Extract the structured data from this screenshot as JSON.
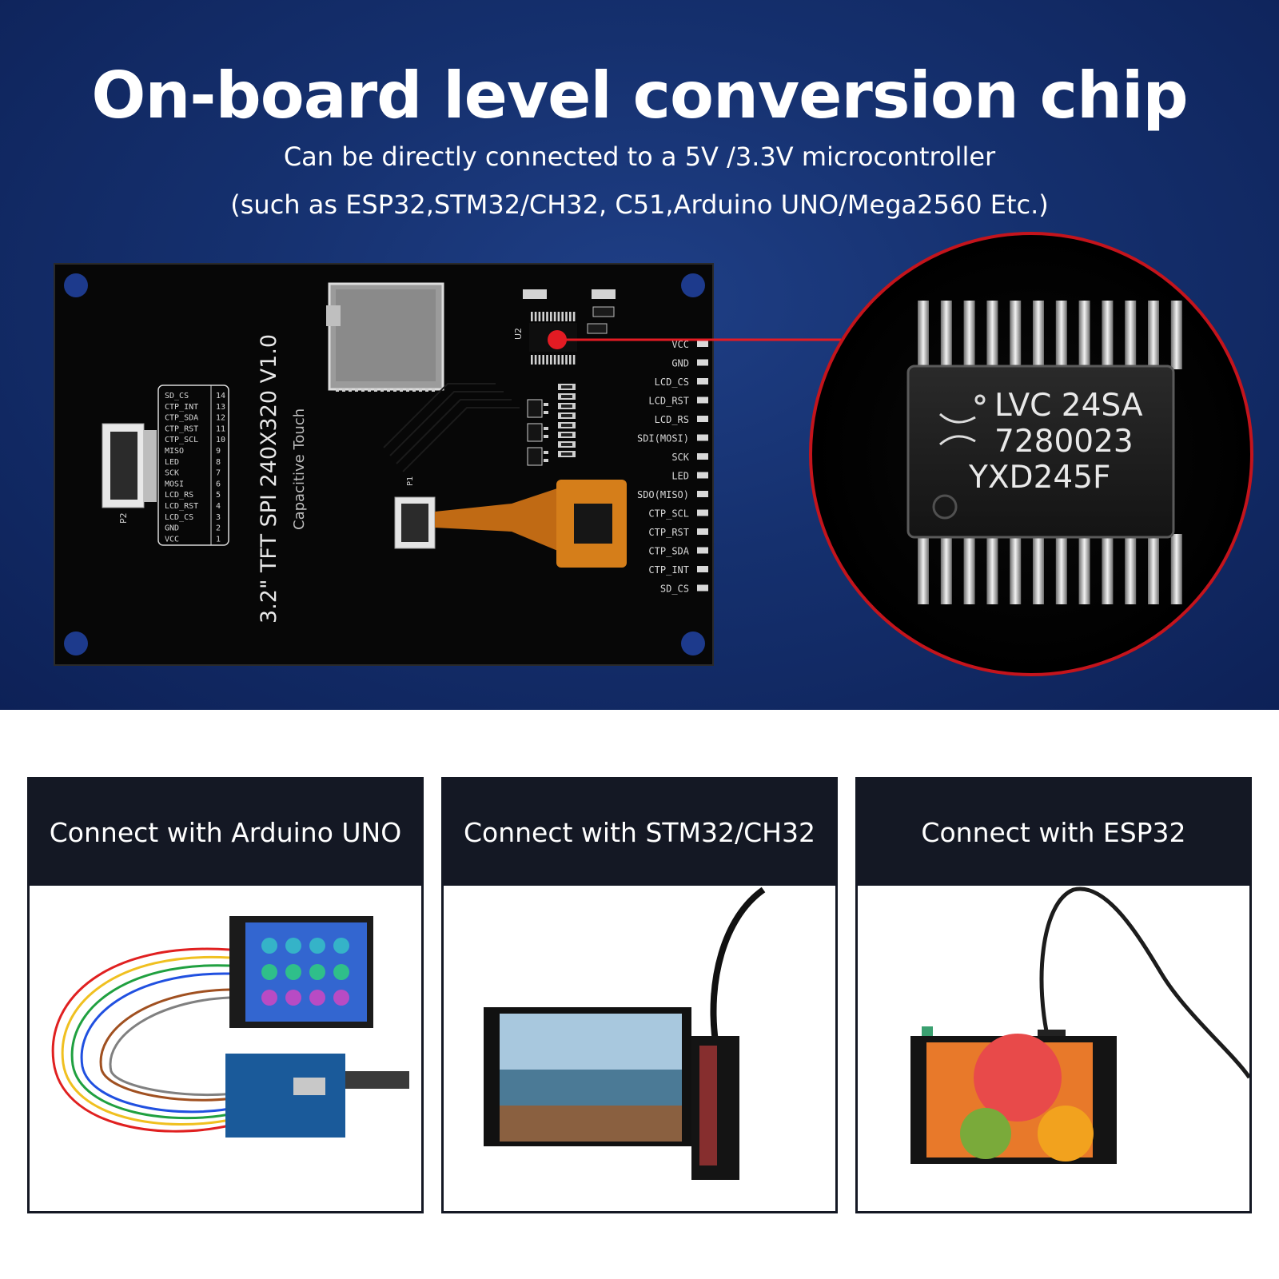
{
  "hero": {
    "title": "On-board level conversion chip",
    "subtitle": "Can be directly connected to a 5V /3.3V microcontroller",
    "subtitle2": "(such as ESP32,STM32/CH32, C51,Arduino UNO/Mega2560 Etc.)",
    "bg_color": "#15306e"
  },
  "board": {
    "model": "3.2\" TFT SPI 240X320 V1.0",
    "touch": "Capacitive Touch",
    "connector_label": "P2",
    "connector_label2": "P1",
    "chip_label": "U2",
    "header_pins": [
      "VCC",
      "GND",
      "LCD_CS",
      "LCD_RST",
      "LCD_RS",
      "SDI(MOSI)",
      "SCK",
      "LED",
      "SDO(MISO)",
      "CTP_SCL",
      "CTP_RST",
      "CTP_SDA",
      "CTP_INT",
      "SD_CS"
    ],
    "pin_table": [
      {
        "num": "14",
        "name": "SD_CS"
      },
      {
        "num": "13",
        "name": "CTP_INT"
      },
      {
        "num": "12",
        "name": "CTP_SDA"
      },
      {
        "num": "11",
        "name": "CTP_RST"
      },
      {
        "num": "10",
        "name": "CTP_SCL"
      },
      {
        "num": "9",
        "name": "MISO"
      },
      {
        "num": "8",
        "name": "LED"
      },
      {
        "num": "7",
        "name": "SCK"
      },
      {
        "num": "6",
        "name": "MOSI"
      },
      {
        "num": "5",
        "name": "LCD_RS"
      },
      {
        "num": "4",
        "name": "LCD_RST"
      },
      {
        "num": "3",
        "name": "LCD_CS"
      },
      {
        "num": "2",
        "name": "GND"
      },
      {
        "num": "1",
        "name": "VCC"
      }
    ]
  },
  "chip_zoom": {
    "line1": "LVC 24SA",
    "line2": "7280023",
    "line3": "YXD245F",
    "ring_color": "#c4141c"
  },
  "panels": [
    {
      "label": "Connect with Arduino UNO"
    },
    {
      "label": "Connect with STM32/CH32"
    },
    {
      "label": "Connect with ESP32"
    }
  ]
}
